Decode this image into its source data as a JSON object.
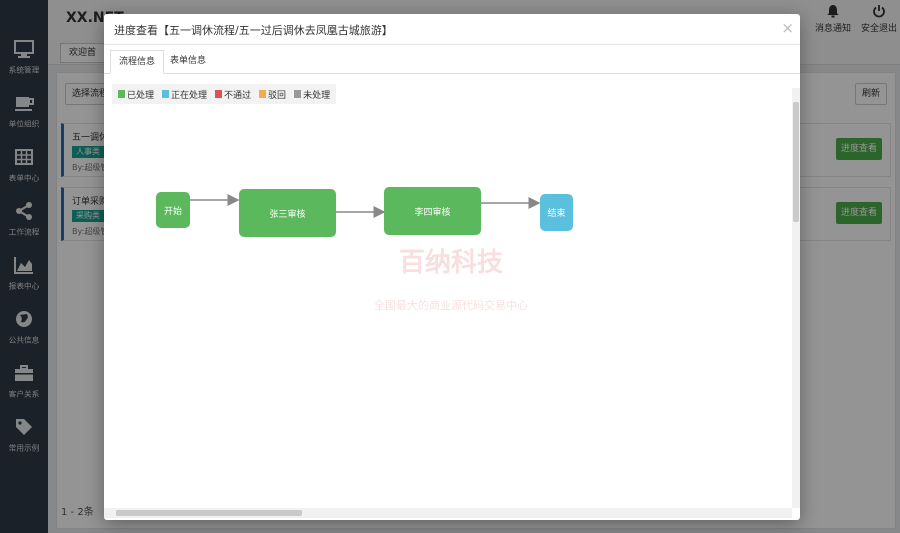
{
  "sidebar": {
    "items": [
      {
        "label": "系统管理",
        "icon": "monitor-icon"
      },
      {
        "label": "单位组织",
        "icon": "coffee-icon"
      },
      {
        "label": "表单中心",
        "icon": "grid-icon"
      },
      {
        "label": "工作流程",
        "icon": "share-icon"
      },
      {
        "label": "报表中心",
        "icon": "area-chart-icon"
      },
      {
        "label": "公共信息",
        "icon": "globe-icon"
      },
      {
        "label": "客户关系",
        "icon": "briefcase-icon"
      },
      {
        "label": "常用示例",
        "icon": "tags-icon"
      }
    ]
  },
  "header": {
    "brand": "XX.NET",
    "actions": [
      {
        "label": "消息通知",
        "icon": "bell-icon"
      },
      {
        "label": "安全退出",
        "icon": "power-icon"
      }
    ]
  },
  "background": {
    "tab_label": "欢迎首",
    "select_flow_label": "选择流程",
    "refresh_label": "刷新",
    "cards": [
      {
        "title": "五一调休",
        "tag": "人事类",
        "by": "By:超级管",
        "button": "进度查看"
      },
      {
        "title": "订单采购",
        "tag": "采购类",
        "by": "By:超级管",
        "button": "进度查看"
      }
    ],
    "pager": "1 - 2条"
  },
  "modal": {
    "title": "进度查看【五一调休流程/五一过后调休去凤凰古城旅游】",
    "close": "×",
    "tabs": [
      {
        "label": "流程信息",
        "active": true
      },
      {
        "label": "表单信息",
        "active": false
      }
    ],
    "legend": [
      {
        "label": "已处理",
        "color": "#5cb85c"
      },
      {
        "label": "正在处理",
        "color": "#5bc0de"
      },
      {
        "label": "不通过",
        "color": "#d9534f"
      },
      {
        "label": "驳回",
        "color": "#f0ad4e"
      },
      {
        "label": "未处理",
        "color": "#999999"
      }
    ],
    "nodes": {
      "start": "开始",
      "step1": "张三审核",
      "step2": "李四审核",
      "end": "结束"
    },
    "colors": {
      "done": "#5cb85c",
      "current": "#5bc0de"
    },
    "watermark": {
      "text": "百纳科技",
      "sub": "全国最大的商业源代码交易中心"
    }
  }
}
